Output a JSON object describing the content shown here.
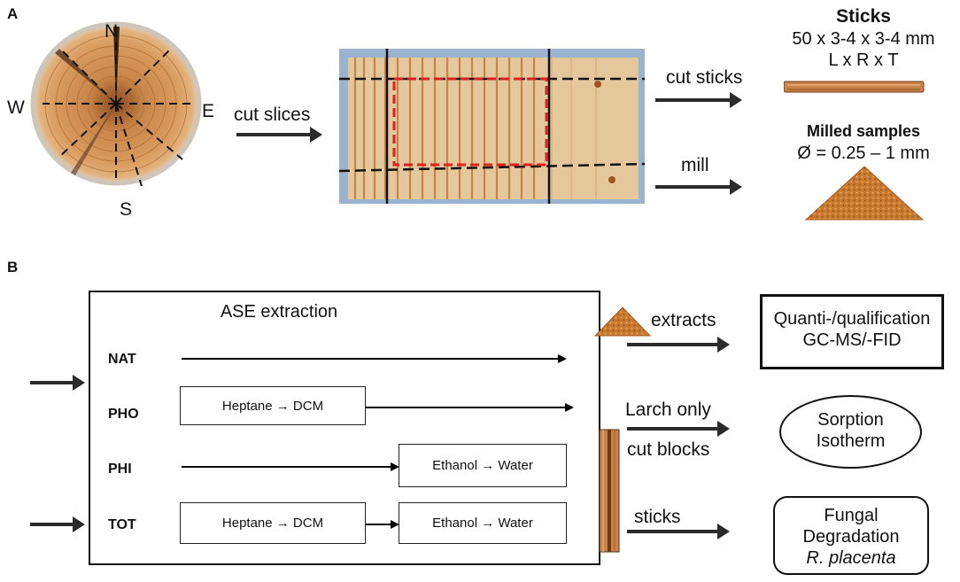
{
  "panel_a": {
    "label": "A",
    "compass": {
      "north": "N",
      "south": "S",
      "east": "E",
      "west": "W"
    },
    "cut_slices": "cut slices",
    "cut_sticks": "cut sticks",
    "mill": "mill",
    "sticks_title": "Sticks",
    "sticks_dims": "50 x 3-4 x 3-4 mm",
    "sticks_axes": "L x R x T",
    "milled_title": "Milled samples",
    "milled_size": "Ø = 0.25 – 1 mm"
  },
  "panel_b": {
    "label": "B",
    "ase_title": "ASE extraction",
    "rows": [
      {
        "label": "NAT"
      },
      {
        "label": "PHO",
        "step1": "Heptane → DCM"
      },
      {
        "label": "PHI",
        "step2": "Ethanol → Water"
      },
      {
        "label": "TOT",
        "step1": "Heptane → DCM",
        "step2": "Ethanol → Water"
      }
    ],
    "extracts": "extracts",
    "larch_only": "Larch only",
    "cut_blocks": "cut blocks",
    "sticks": "sticks",
    "quant_line1": "Quanti-/qualification",
    "quant_line2": "GC-MS/-FID",
    "sorption_line1": "Sorption",
    "sorption_line2": "Isotherm",
    "fungal_line1": "Fungal",
    "fungal_line2": "Degradation",
    "fungal_line3": "R. placenta"
  },
  "colors": {
    "wood": "#c98a4a",
    "milled": "#c97a30",
    "red_dash": "#e02020"
  }
}
